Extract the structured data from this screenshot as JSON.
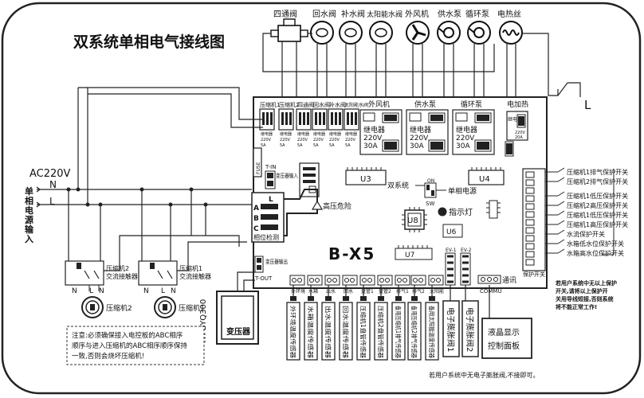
{
  "title": "双系统单相电气接线图",
  "power": {
    "voltage": "AC220V",
    "N": "N",
    "L": "L",
    "label_lines": [
      "单",
      "相",
      "电",
      "源",
      "输",
      "入"
    ]
  },
  "top_devices": [
    {
      "label": "四通阀",
      "icon": "valve-icon"
    },
    {
      "label": "回水阀",
      "icon": "valve-icon"
    },
    {
      "label": "补水阀",
      "icon": "valve-icon"
    },
    {
      "label": "太阳能水阀",
      "icon": "valve-icon"
    },
    {
      "label": "外风机",
      "icon": "fan-icon"
    },
    {
      "label": "供水泵",
      "icon": "pump-icon"
    },
    {
      "label": "循环泵",
      "icon": "pump-icon"
    },
    {
      "label": "电热丝",
      "icon": "heater-icon"
    }
  ],
  "board": {
    "model": "B-X5",
    "relay_headers": [
      "压缩机1",
      "压缩机2",
      "四通阀",
      "回水阀",
      "补水阀",
      "太阳能水阀"
    ],
    "relay_small_lines": [
      "继电器",
      "220V",
      "5A"
    ],
    "big_relays": [
      {
        "title": "外风机",
        "lines": [
          "继电器",
          "220V",
          "30A"
        ]
      },
      {
        "title": "供水泵",
        "lines": [
          "继电器",
          "220V",
          "30A"
        ]
      },
      {
        "title": "循环泵",
        "lines": [
          "继电器",
          "220V",
          "30A"
        ]
      }
    ],
    "heater": {
      "title": "电加热",
      "lines": [
        "继电",
        "220V",
        "20A"
      ]
    },
    "fuse": "FUSE",
    "t_in": "T-IN",
    "t_in_note": "变压器输入",
    "t_out": "T-OUT",
    "t_out_note": "变压器输出",
    "chips": [
      "U3",
      "U4",
      "U8",
      "U6",
      "U7"
    ],
    "dual_system": "双系统",
    "single_power": "单相电源",
    "sw": "SW",
    "on": "ON",
    "indicator": "指示灯",
    "danger": "高压危险",
    "abc": [
      "L",
      "A",
      "B",
      "C"
    ],
    "phase_detect": "相位检测",
    "ev": [
      "EV-1",
      "EV-2"
    ],
    "commu_top": "通讯",
    "commu": "COMMU",
    "protect_switch": "保护开关"
  },
  "right_switches": [
    "压缩机1排气保护开关",
    "压缩机2排气保护开关",
    "压缩机1低压保护开关",
    "压缩机2高压保护开关",
    "压缩机1低压保护开关",
    "压缩机1高压保护开关",
    "水流保护开关",
    "水箱低水位保护开关",
    "水箱高水位保护开关"
  ],
  "l_terminal": "L",
  "protect_note": [
    "若用户系统中无以上保护",
    "开关,请将以上保护开",
    "关用导线短接,否则系统",
    "将不能正常工作!"
  ],
  "sensor_short": [
    "外环境",
    "水箱",
    "出水",
    "回水",
    "盘管1",
    "盘管2",
    "排气1",
    "排气2",
    "太阳能"
  ],
  "sensor_long": [
    "外环境温度传感器",
    "水箱温度传感器",
    "出水温度传感器",
    "回水温度传感器",
    "压缩机1盘管传感器",
    "压缩机2盘管传感器",
    "备用压缩机1排气传感器",
    "备用压缩机2排气传感器",
    "备用太阳能温度传感器"
  ],
  "ev_boxes": [
    "电子膨胀阀1",
    "电子膨胀阀2"
  ],
  "ev_note": "若用户系统中无电子膨胀阀,不接即可。",
  "lcd": [
    "液晶显示",
    "控制面板"
  ],
  "transformer": {
    "model": "YH-BYQ300",
    "label": "变压器"
  },
  "contactors": [
    {
      "label": [
        "压缩机2",
        "交流接触器"
      ],
      "motor": "压缩机2"
    },
    {
      "label": [
        "压缩机1",
        "交流接触器"
      ],
      "motor": "压缩机1"
    }
  ],
  "contactor_terminals": [
    "N",
    "L",
    "N"
  ],
  "note": [
    "注意:必须确保接入电控板的ABC相序",
    "顺序与进入压缩机的ABC相序顺序保持",
    "一致,否则会烧坏压缩机!"
  ]
}
